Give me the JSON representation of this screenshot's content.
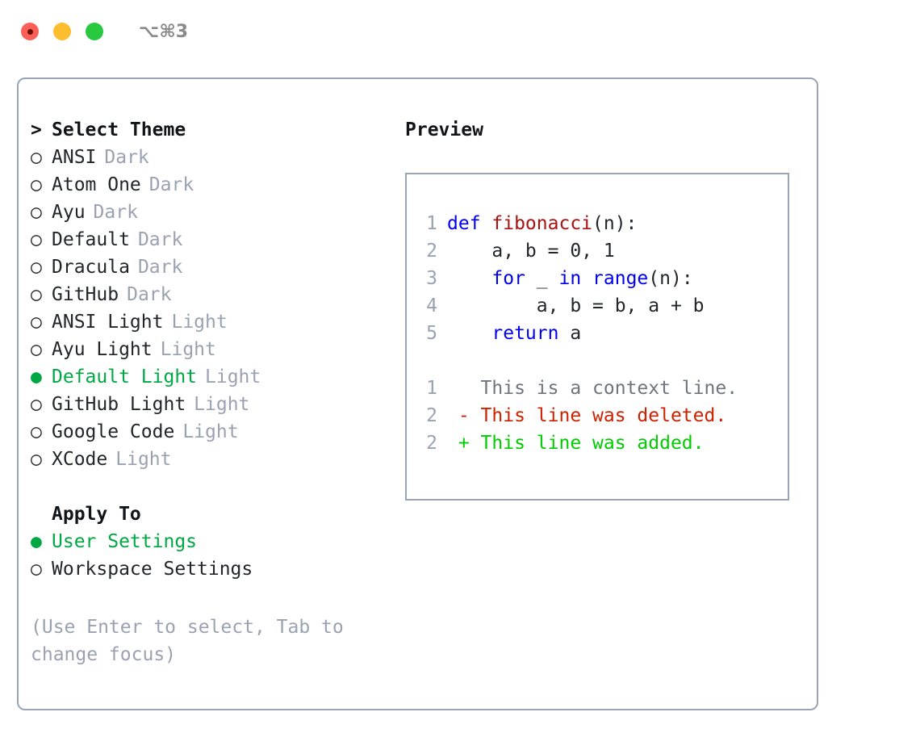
{
  "window": {
    "shortcut": "⌥⌘3",
    "traffic_lights": [
      {
        "name": "close",
        "color": "#fb6058"
      },
      {
        "name": "minimize",
        "color": "#fcbd2e"
      },
      {
        "name": "maximize",
        "color": "#28c93f"
      }
    ]
  },
  "colors": {
    "accent_green": "#00a843",
    "diff_add_green": "#00cc00",
    "diff_del_red": "#cc2200",
    "keyword_blue": "#0000ee",
    "function_red": "#aa1111",
    "muted_gray": "#9aa2b2",
    "border_gray": "#9aa4b4",
    "text_dark": "#22252a"
  },
  "theme_picker": {
    "header_caret": ">",
    "header_label": "Select Theme",
    "unselected_bullet": "○",
    "selected_bullet": "●",
    "themes": [
      {
        "name": "ANSI",
        "kind": "Dark",
        "selected": false
      },
      {
        "name": "Atom One",
        "kind": "Dark",
        "selected": false
      },
      {
        "name": "Ayu",
        "kind": "Dark",
        "selected": false
      },
      {
        "name": "Default",
        "kind": "Dark",
        "selected": false
      },
      {
        "name": "Dracula",
        "kind": "Dark",
        "selected": false
      },
      {
        "name": "GitHub",
        "kind": "Dark",
        "selected": false
      },
      {
        "name": "ANSI Light",
        "kind": "Light",
        "selected": false
      },
      {
        "name": "Ayu Light",
        "kind": "Light",
        "selected": false
      },
      {
        "name": "Default Light",
        "kind": "Light",
        "selected": true
      },
      {
        "name": "GitHub Light",
        "kind": "Light",
        "selected": false
      },
      {
        "name": "Google Code",
        "kind": "Light",
        "selected": false
      },
      {
        "name": "XCode",
        "kind": "Light",
        "selected": false
      }
    ]
  },
  "apply_to": {
    "header_label": "Apply To",
    "options": [
      {
        "label": "User Settings",
        "selected": true
      },
      {
        "label": "Workspace Settings",
        "selected": false
      }
    ]
  },
  "hint": {
    "line1": "(Use Enter to select, Tab to",
    "line2": "change focus)"
  },
  "preview": {
    "title": "Preview",
    "code_lines": [
      {
        "number": "1",
        "tokens": [
          {
            "text": "def ",
            "style": "kw"
          },
          {
            "text": "fibonacci",
            "style": "fn"
          },
          {
            "text": "(n):",
            "style": "plain"
          }
        ]
      },
      {
        "number": "2",
        "tokens": [
          {
            "text": "    a, b = 0, 1",
            "style": "plain"
          }
        ]
      },
      {
        "number": "3",
        "tokens": [
          {
            "text": "    ",
            "style": "plain"
          },
          {
            "text": "for",
            "style": "kw"
          },
          {
            "text": " _ ",
            "style": "plain"
          },
          {
            "text": "in",
            "style": "kw"
          },
          {
            "text": " ",
            "style": "plain"
          },
          {
            "text": "range",
            "style": "kw"
          },
          {
            "text": "(n):",
            "style": "plain"
          }
        ]
      },
      {
        "number": "4",
        "tokens": [
          {
            "text": "        a, b = b, a + b",
            "style": "plain"
          }
        ]
      },
      {
        "number": "5",
        "tokens": [
          {
            "text": "    ",
            "style": "plain"
          },
          {
            "text": "return",
            "style": "kw"
          },
          {
            "text": " a",
            "style": "plain"
          }
        ]
      }
    ],
    "diff_lines": [
      {
        "number": "1",
        "marker": " ",
        "text": " This is a context line.",
        "kind": "context"
      },
      {
        "number": "2",
        "marker": "-",
        "text": " This line was deleted.",
        "kind": "deleted"
      },
      {
        "number": "2",
        "marker": "+",
        "text": " This line was added.",
        "kind": "added"
      }
    ]
  }
}
